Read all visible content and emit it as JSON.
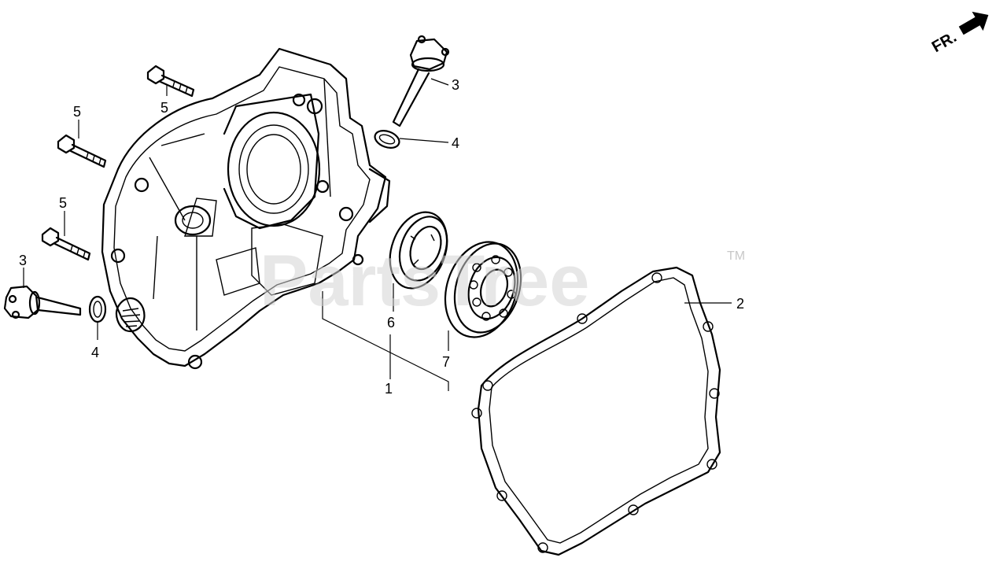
{
  "watermark": {
    "text": "PartsTree",
    "trademark": "TM"
  },
  "direction_indicator": {
    "label": "FR.",
    "icon": "arrow-right-icon"
  },
  "callouts": [
    {
      "id": "c1",
      "label": "1",
      "part": "crankcase-cover"
    },
    {
      "id": "c2",
      "label": "2",
      "part": "gasket"
    },
    {
      "id": "c3a",
      "label": "3",
      "part": "oil-filler-cap-upper"
    },
    {
      "id": "c3b",
      "label": "3",
      "part": "oil-filler-cap-lower"
    },
    {
      "id": "c4a",
      "label": "4",
      "part": "o-ring-upper"
    },
    {
      "id": "c4b",
      "label": "4",
      "part": "o-ring-lower"
    },
    {
      "id": "c5a",
      "label": "5",
      "part": "bolt-top"
    },
    {
      "id": "c5b",
      "label": "5",
      "part": "bolt-middle"
    },
    {
      "id": "c5c",
      "label": "5",
      "part": "bolt-lower"
    },
    {
      "id": "c6",
      "label": "6",
      "part": "oil-seal"
    },
    {
      "id": "c7",
      "label": "7",
      "part": "bearing"
    }
  ]
}
